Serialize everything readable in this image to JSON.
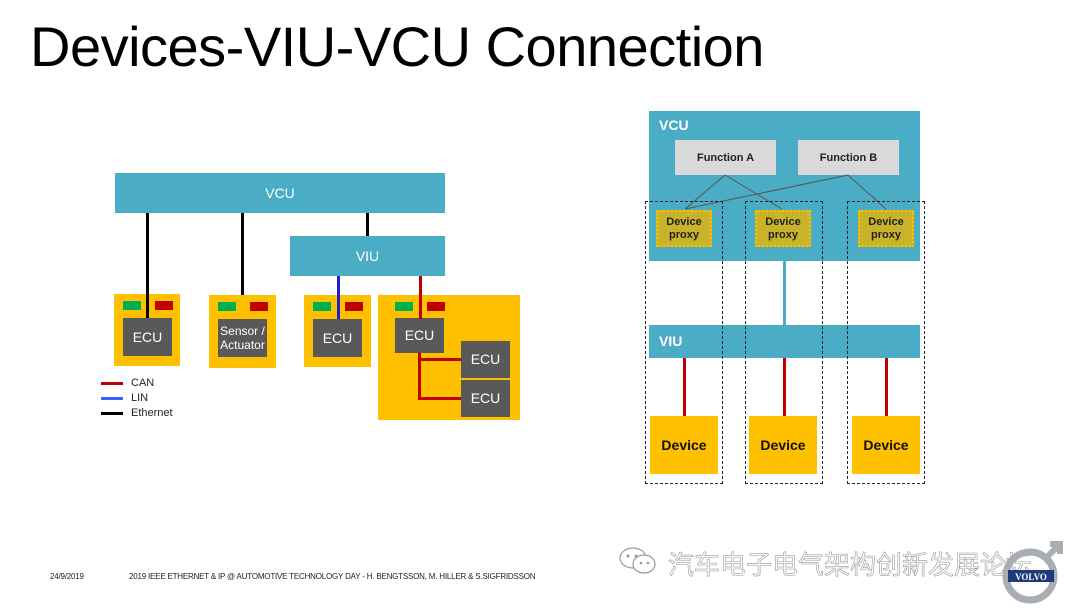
{
  "title": "Devices-VIU-VCU Connection",
  "left_diagram": {
    "vcu_label": "VCU",
    "viu_label": "VIU",
    "units": [
      {
        "label": "ECU",
        "connection": "Ethernet"
      },
      {
        "label": "Sensor / Actuator",
        "connection": "Ethernet"
      },
      {
        "label": "ECU",
        "connection": "LIN"
      },
      {
        "label": "ECU",
        "connection": "CAN",
        "sub_units": [
          "ECU",
          "ECU"
        ]
      }
    ],
    "legend": [
      {
        "label": "CAN",
        "color": "#c00000"
      },
      {
        "label": "LIN",
        "color": "#3366ff"
      },
      {
        "label": "Ethernet",
        "color": "#000000"
      }
    ]
  },
  "right_diagram": {
    "vcu_label": "VCU",
    "viu_label": "VIU",
    "functions": [
      "Function A",
      "Function B"
    ],
    "proxies": [
      "Device proxy",
      "Device proxy",
      "Device proxy"
    ],
    "devices": [
      "Device",
      "Device",
      "Device"
    ]
  },
  "footer": {
    "date": "24/9/2019",
    "event": "2019 IEEE ETHERNET & IP @ AUTOMOTIVE TECHNOLOGY DAY - H. BENGTSSON, M. HILLER & S.SIGFRIDSSON"
  },
  "watermark": "汽车电子电气架构创新发展论坛",
  "logo": {
    "text": "VOLVO"
  },
  "colors": {
    "teal": "#4bacc6",
    "yellow": "#ffc000",
    "ecu_gray": "#595959",
    "can_red": "#c00000",
    "lin_blue": "#1f1fcc"
  }
}
